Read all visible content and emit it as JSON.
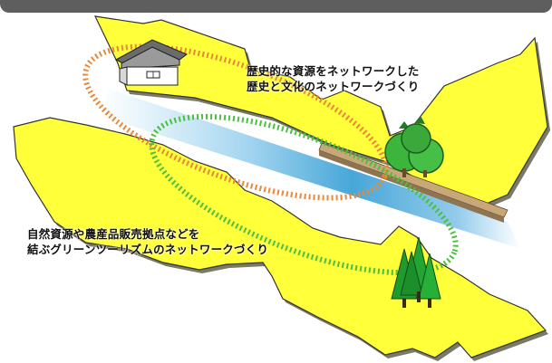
{
  "history_network": {
    "line1": "歴史的な資源をネットワークした",
    "line2": "歴史と文化のネットワークづくり",
    "ring_color": "#e8893a"
  },
  "green_tourism_network": {
    "line1": "自然資源や農産品販売拠点などを",
    "line2": "結ぶグリーンツーリズムのネットワークづくり",
    "ring_color": "#4cc040"
  },
  "colors": {
    "land": "#ffff3a",
    "river": "#4aa8d8",
    "road": "#c8a878",
    "header_bar": "#5e5e5e"
  },
  "icons": [
    "house-icon",
    "tree-cluster-icon",
    "cedar-forest-icon"
  ]
}
